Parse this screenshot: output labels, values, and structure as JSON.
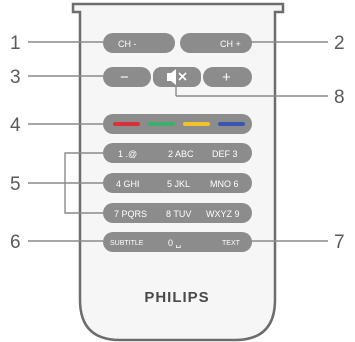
{
  "brand": "PHILIPS",
  "colors": {
    "remote_body": "#f6f6f6",
    "remote_outline": "#6d6d6d",
    "button": "#8c8c8c",
    "button_text": "#ffffff",
    "callout": "#5a5a5a",
    "red": "#d8323c",
    "green": "#3cb06a",
    "yellow": "#f2c22a",
    "blue": "#3b56b0"
  },
  "callouts": [
    "1",
    "2",
    "3",
    "4",
    "5",
    "6",
    "7",
    "8"
  ],
  "buttons": {
    "ch_minus": "CH -",
    "ch_plus": "CH +",
    "vol_minus": "−",
    "mute_icon": "mute-icon",
    "vol_plus": "+",
    "row1": [
      "1 .@",
      "2 ABC",
      "DEF 3"
    ],
    "row2": [
      "4 GHI",
      "5 JKL",
      "MNO 6"
    ],
    "row3": [
      "7 PQRS",
      "8 TUV",
      "WXYZ 9"
    ],
    "subtitle": "SUBTITLE",
    "zero": "0 ␣",
    "text": "TEXT"
  }
}
